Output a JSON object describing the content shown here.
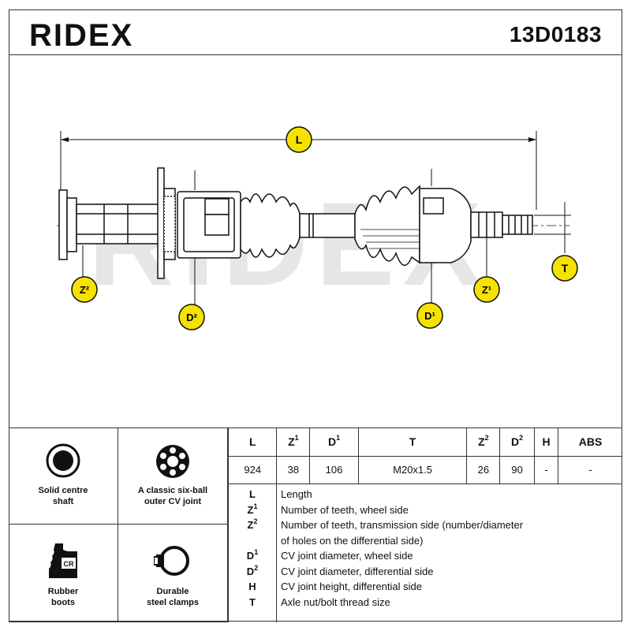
{
  "header": {
    "brand": "RIDEX",
    "article_number": "13D0183"
  },
  "drawing": {
    "watermark": "RIDEX",
    "callouts": {
      "L": "L",
      "T": "T",
      "Z2": "Z²",
      "Z1": "Z¹",
      "D2": "D²",
      "D1": "D¹"
    }
  },
  "features": [
    {
      "label": "Solid centre\nshaft",
      "icon": "solid-shaft-icon"
    },
    {
      "label": "A classic six-ball\nouter CV joint",
      "icon": "six-ball-joint-icon"
    },
    {
      "label": "Rubber\nboots",
      "icon": "rubber-boot-icon",
      "badge": "CR"
    },
    {
      "label": "Durable\nsteel clamps",
      "icon": "steel-clamp-icon"
    }
  ],
  "spec_table": {
    "headers": [
      "L",
      "Z",
      "D",
      "T",
      "Z",
      "D",
      "H",
      "ABS"
    ],
    "header_sups": [
      "",
      "1",
      "1",
      "",
      "2",
      "2",
      "",
      ""
    ],
    "values": [
      "924",
      "38",
      "106",
      "M20x1.5",
      "26",
      "90",
      "-",
      "-"
    ]
  },
  "legend": [
    {
      "sym": "L",
      "sup": "",
      "text": "Length"
    },
    {
      "sym": "Z",
      "sup": "1",
      "text": "Number of teeth, wheel side"
    },
    {
      "sym": "Z",
      "sup": "2",
      "text": "Number of teeth, transmission side (number/diameter"
    },
    {
      "sym": "",
      "sup": "",
      "text": "of holes on the differential side)"
    },
    {
      "sym": "D",
      "sup": "1",
      "text": "CV joint diameter, wheel side"
    },
    {
      "sym": "D",
      "sup": "2",
      "text": "CV joint diameter, differential side"
    },
    {
      "sym": "H",
      "sup": "",
      "text": "CV joint height, differential side"
    },
    {
      "sym": "T",
      "sup": "",
      "text": "Axle nut/bolt thread size"
    }
  ],
  "colors": {
    "callout_fill": "#f5e200",
    "line": "#111111",
    "watermark": "#e6e6e6"
  }
}
